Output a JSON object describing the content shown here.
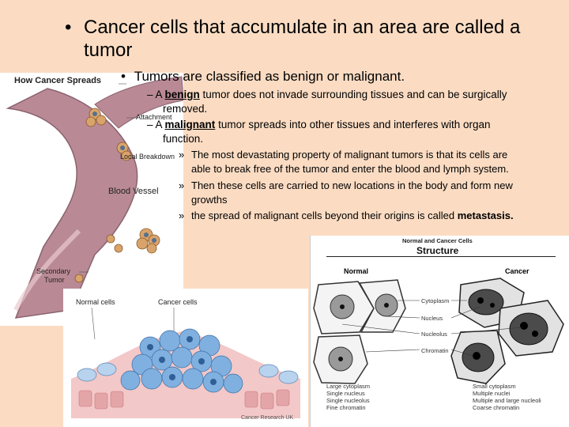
{
  "main_bullet": {
    "marker": "•",
    "text": "Cancer cells that accumulate in an area are called a tumor"
  },
  "sub_bullet": {
    "marker": "•",
    "text": "Tumors are classified as benign or malignant."
  },
  "benign": {
    "marker": "–",
    "pre": "A ",
    "term": "benign",
    "post": " tumor does not invade surrounding tissues and can be surgically",
    "line2": "removed."
  },
  "malignant": {
    "marker": "–",
    "pre": "A ",
    "term": "malignant",
    "post": " tumor spreads into other tissues and interferes with organ",
    "line2": "function."
  },
  "details": [
    {
      "marker": "»",
      "line1": "The most devastating property of malignant tumors is that its cells are",
      "line2": "able to break free of the tumor and enter the blood and lymph system."
    },
    {
      "marker": "»",
      "line1": "Then these cells are carried to new locations in the body and form new",
      "line2": "growths"
    },
    {
      "marker": "»",
      "pre": "the spread of malignant cells beyond their origins is called ",
      "term": "metastasis."
    }
  ],
  "spread_diagram": {
    "title": "How Cancer Spreads",
    "labels": {
      "attachment": "Attachment",
      "local": "Local Breakdown",
      "vessel": "Blood Vessel",
      "secondary1": "Secondary",
      "secondary2": "Tumor"
    }
  },
  "tissue_diagram": {
    "normal": "Normal cells",
    "cancer": "Cancer cells",
    "credit": "Cancer Research UK"
  },
  "structure_diagram": {
    "header": "Normal and Cancer Cells",
    "title": "Structure",
    "col_normal": "Normal",
    "col_cancer": "Cancer",
    "labels": [
      "Cytoplasm",
      "Nucleus",
      "Nucleolus",
      "Chromatin"
    ],
    "legend_left": [
      "Large cytoplasm",
      "Single nucleus",
      "Single nucleolus",
      "Fine chromatin"
    ],
    "legend_right": [
      "Small cytoplasm",
      "Multiple nuclei",
      "Multiple and large nucleoli",
      "Coarse chromatin"
    ]
  },
  "colors": {
    "background": "#fbdcc3",
    "vessel": "#b98a95",
    "cancer_cell": "#d9a46b",
    "tissue_blue": "#7fb0e0"
  }
}
